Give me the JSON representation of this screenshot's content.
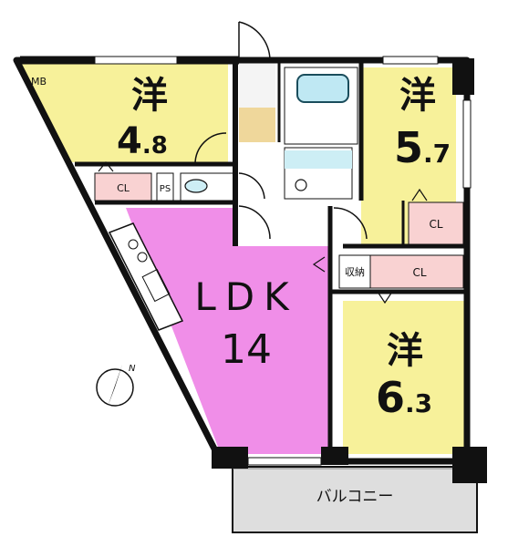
{
  "rooms": {
    "western_a": {
      "kanji": "洋",
      "size_int": "4",
      "size_dec": ".8"
    },
    "western_b": {
      "kanji": "洋",
      "size_int": "5",
      "size_dec": ".7"
    },
    "western_c": {
      "kanji": "洋",
      "size_int": "6",
      "size_dec": ".3"
    },
    "ldk": {
      "name": "LDK",
      "size": "14"
    }
  },
  "labels": {
    "mb": "MB",
    "cl_a": "CL",
    "ps": "PS",
    "cl_b": "CL",
    "cl_c": "CL",
    "storage": "収納",
    "balcony": "バルコニー",
    "north": "N"
  },
  "colors": {
    "western": "#f7f19a",
    "ldk": "#f08ee8",
    "closet": "#f9d2d2",
    "wet": "#cdeef5",
    "floor_wood": "#efd79b",
    "balcony": "#dedede",
    "wall": "#111111"
  }
}
